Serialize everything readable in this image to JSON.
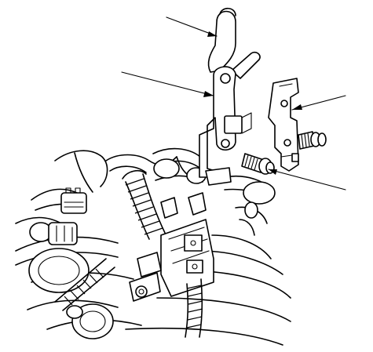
{
  "figure": {
    "background": "#ffffff",
    "stroke": "#000000",
    "callouts": [
      {
        "name": "callout-hose"
      },
      {
        "name": "callout-bracket-left"
      },
      {
        "name": "callout-bracket-right"
      },
      {
        "name": "callout-bolt"
      }
    ]
  }
}
